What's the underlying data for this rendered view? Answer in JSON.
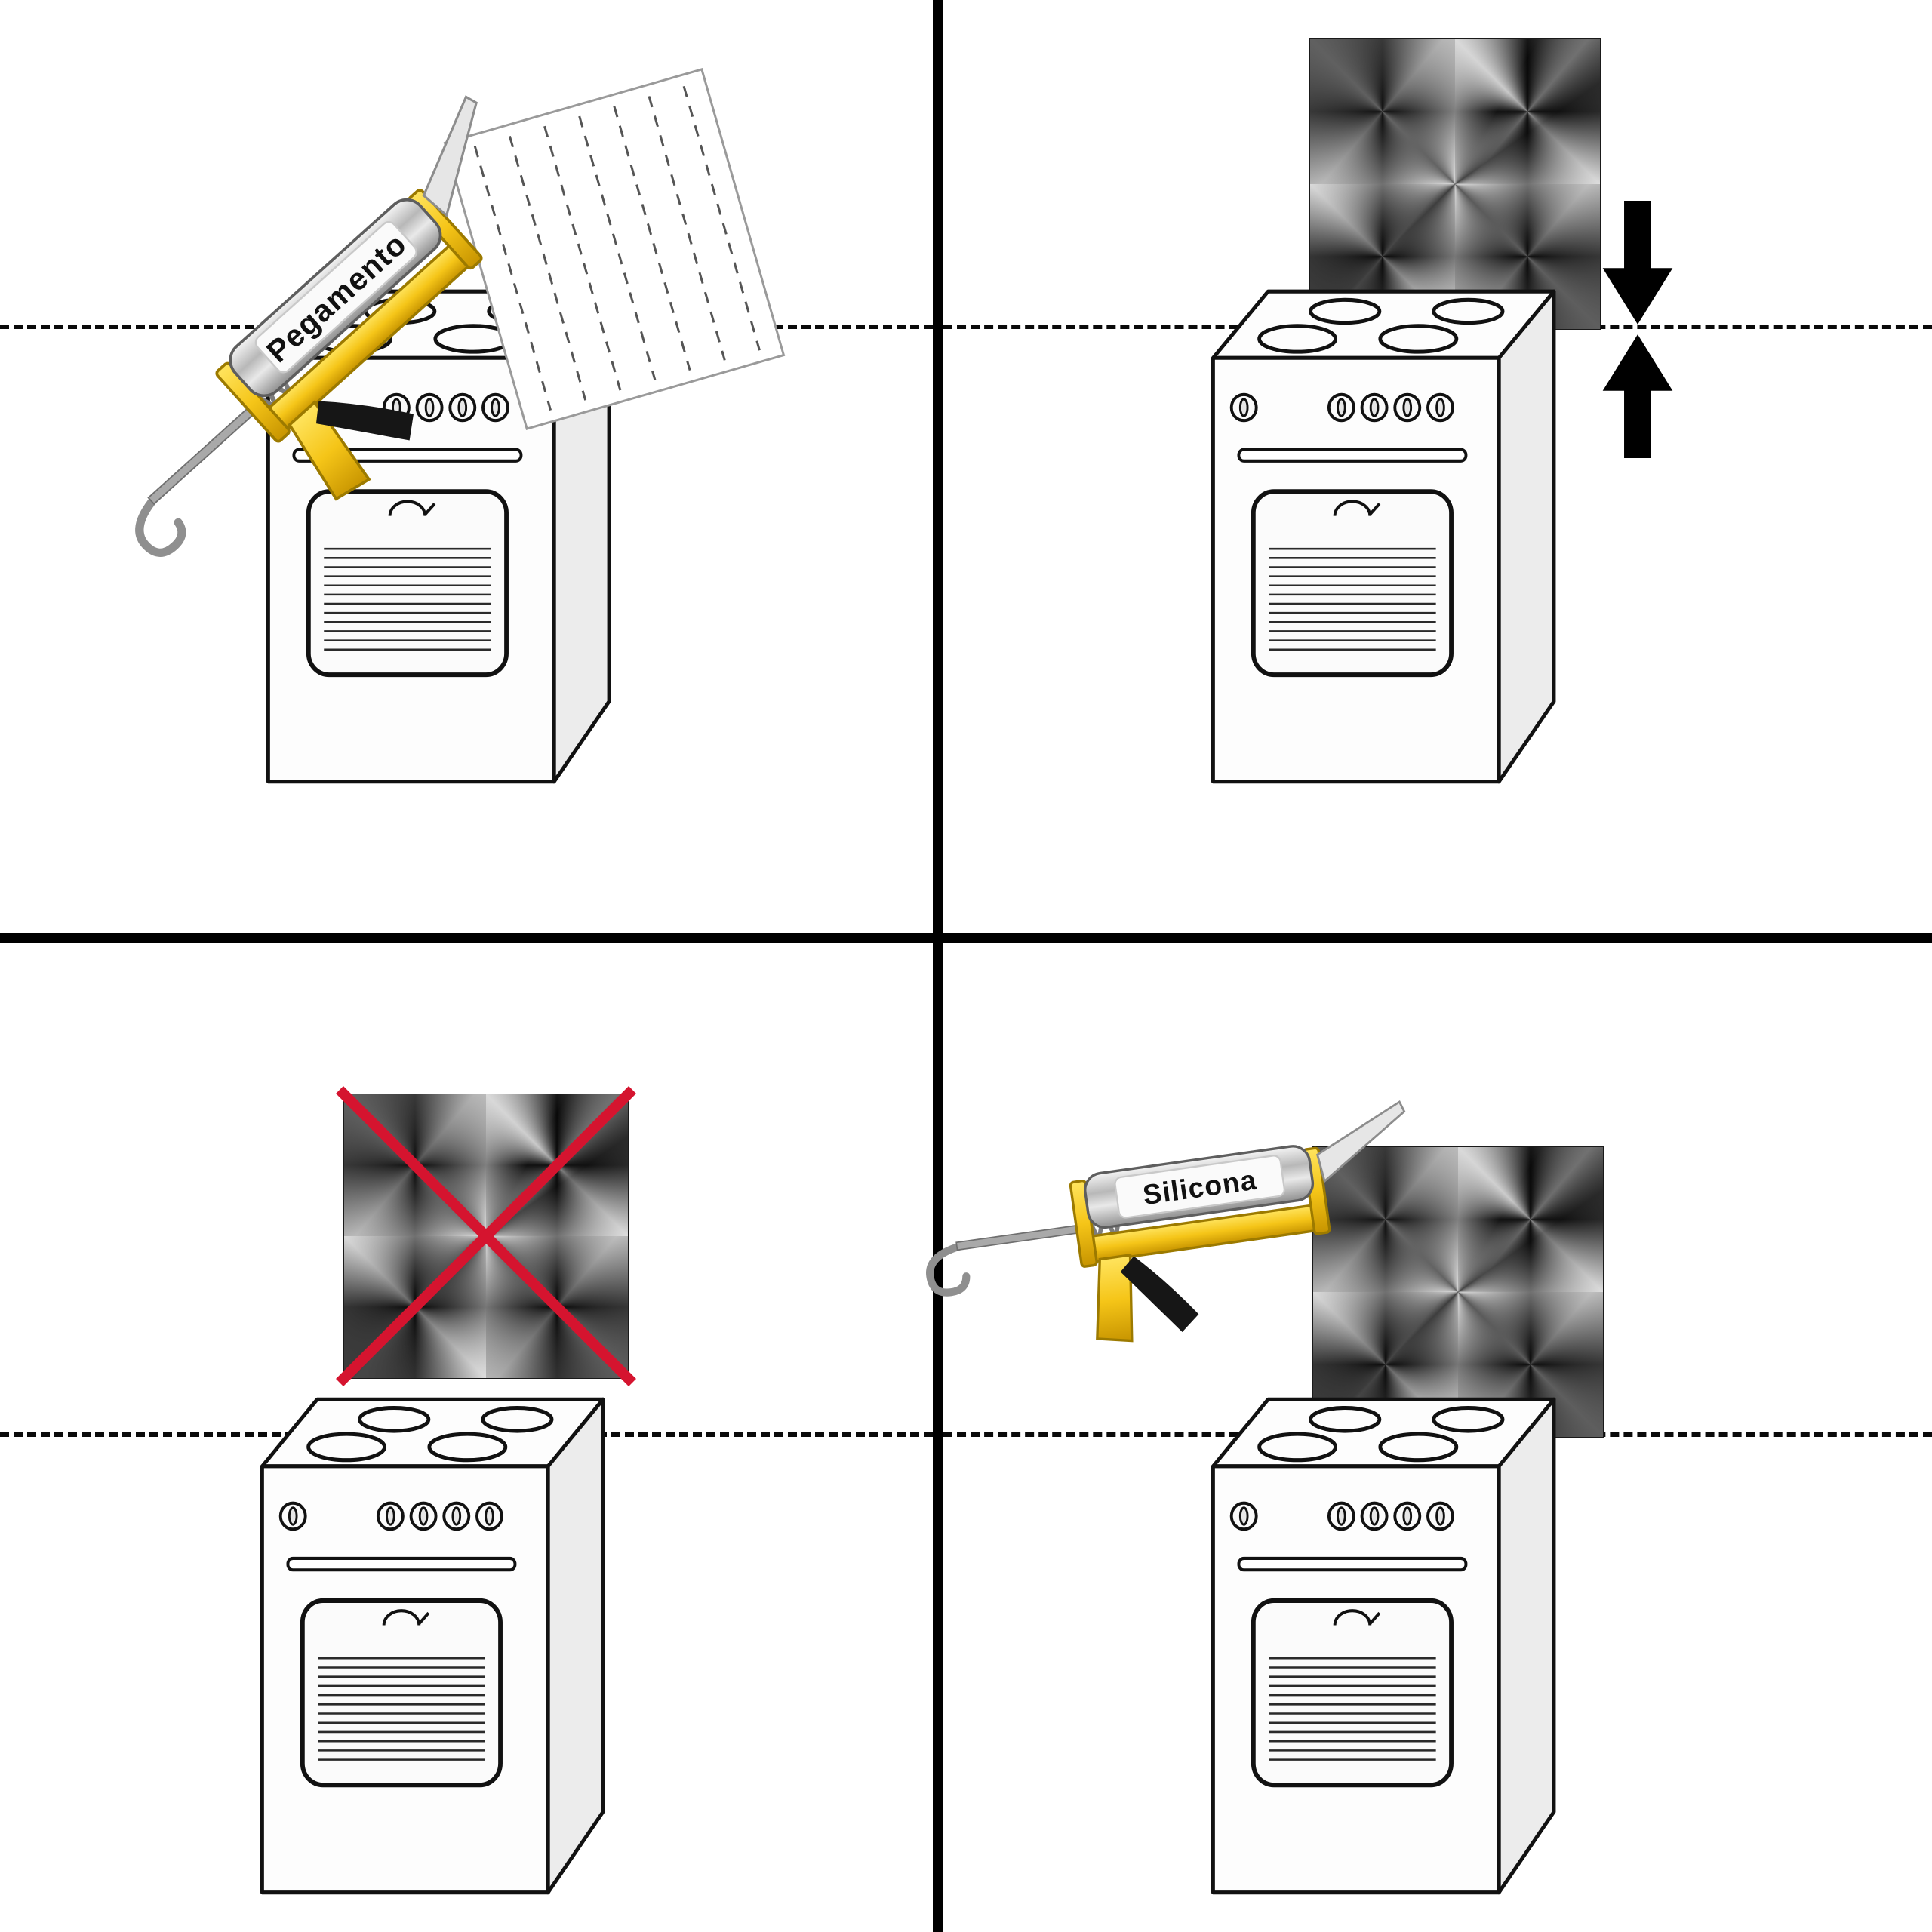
{
  "figure": {
    "type": "instructional-diagram",
    "grid": "2x2",
    "subject": "mounting-metal-backsplash-panel-behind-stove"
  },
  "steps": {
    "glue": {
      "gun_label": "Pegamento",
      "elements": [
        "caulk-gun",
        "adhesive-sheet-with-glue-lines",
        "stove",
        "wall-dashed-line"
      ]
    },
    "press": {
      "elements": [
        "metal-backsplash-panel",
        "press-together-arrows",
        "stove",
        "wall-dashed-line"
      ]
    },
    "wrong": {
      "elements": [
        "metal-backsplash-panel",
        "red-x",
        "stove",
        "wall-dashed-line"
      ]
    },
    "seal": {
      "gun_label": "Silicona",
      "elements": [
        "caulk-gun",
        "metal-backsplash-panel",
        "stove",
        "wall-dashed-line"
      ]
    }
  },
  "colors": {
    "background": "#ffffff",
    "divider": "#000000",
    "gun_yellow": "#f5c518",
    "red_x": "#d5142f",
    "steel_dark": "#0a0a0a",
    "steel_light": "#cccccc"
  }
}
